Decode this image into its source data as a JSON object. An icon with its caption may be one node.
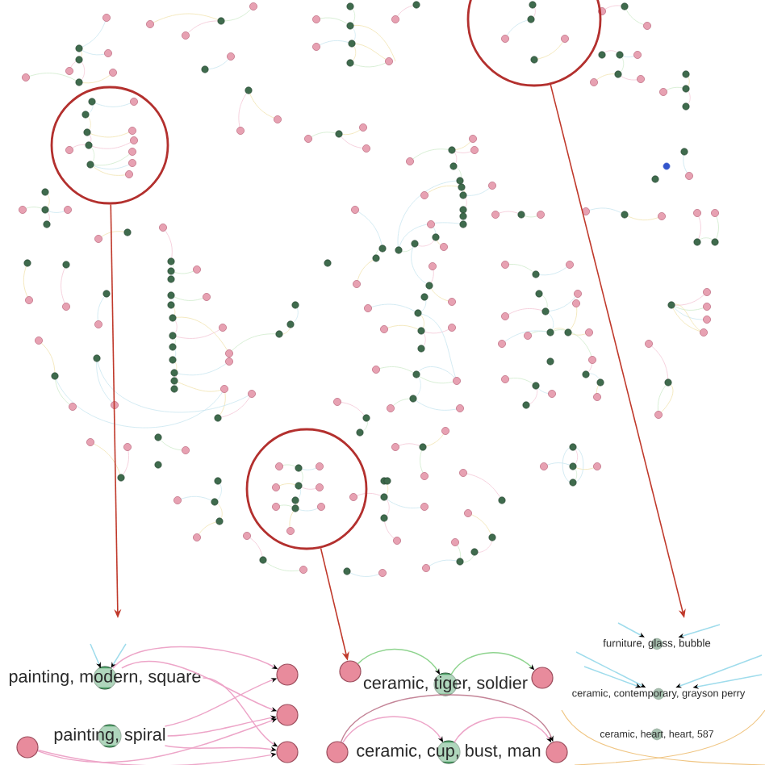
{
  "diagram": {
    "nodes": [
      {
        "text": [],
        "shape": "circle"
      },
      {
        "text": [],
        "shape": "circle"
      },
      {
        "text": [],
        "shape": "circle"
      },
      {
        "text": [
          "painting, modern, square"
        ]
      },
      {
        "text": [
          "painting, spiral"
        ]
      },
      {
        "text": [],
        "shape": "circle"
      },
      {
        "text": [],
        "shape": "circle"
      },
      {
        "text": [],
        "shape": "circle"
      },
      {
        "text": [],
        "shape": "circle"
      },
      {
        "text": [],
        "shape": "circle"
      },
      {
        "text": [
          "ceramic, tiger, soldier"
        ]
      },
      {
        "text": [],
        "shape": "circle"
      },
      {
        "text": [],
        "shape": "circle"
      },
      {
        "text": [
          "ceramic, cup, bust, man"
        ]
      },
      {
        "text": [],
        "shape": "circle"
      },
      {
        "text": [
          "furniture, glass, bubble"
        ]
      },
      {
        "text": [
          "ceramic, contemporary, grayson perry"
        ]
      },
      {
        "text": [
          "ceramic, heart, heart, 587"
        ]
      }
    ],
    "edges": [
      {
        "from": 0,
        "to": null,
        "arrow": "to",
        "color": "#c0392b"
      },
      {
        "from": 1,
        "to": null,
        "arrow": "to",
        "color": "#c0392b"
      },
      {
        "from": 2,
        "to": 9,
        "arrow": "to",
        "color": "#c0392b"
      },
      {
        "from": null,
        "to": 3,
        "arrow": "to",
        "color": "#9fdcec"
      },
      {
        "from": null,
        "to": 3,
        "arrow": "to",
        "color": "#9fdcec"
      },
      {
        "from": 3,
        "to": 5,
        "arrow": "to"
      },
      {
        "from": 3,
        "to": 6,
        "arrow": "to"
      },
      {
        "from": 3,
        "to": 7,
        "arrow": "to"
      },
      {
        "from": 4,
        "to": 5,
        "arrow": "to"
      },
      {
        "from": 4,
        "to": 6,
        "arrow": "to"
      },
      {
        "from": 4,
        "to": 7,
        "arrow": "to"
      },
      {
        "from": 8,
        "to": 6,
        "arrow": "to"
      },
      {
        "from": 8,
        "to": 7,
        "arrow": "to"
      },
      {
        "from": 9,
        "to": 10,
        "arrow": "to",
        "color": "#8fd48f"
      },
      {
        "from": 10,
        "to": 11,
        "arrow": "to",
        "color": "#8fd48f"
      },
      {
        "from": 12,
        "to": 14,
        "arrow": "to",
        "color": "#c48598"
      },
      {
        "from": 12,
        "to": 13,
        "arrow": "to"
      },
      {
        "from": 13,
        "to": 14,
        "arrow": "to"
      },
      {
        "from": null,
        "to": 15,
        "arrow": "to",
        "color": "#9fdcec"
      },
      {
        "from": null,
        "to": 15,
        "arrow": "to",
        "color": "#9fdcec"
      },
      {
        "from": null,
        "to": 16,
        "arrow": "to",
        "color": "#9fdcec"
      },
      {
        "from": null,
        "to": 16,
        "arrow": "to",
        "color": "#9fdcec"
      },
      {
        "from": null,
        "to": 16,
        "arrow": "to",
        "color": "#9fdcec"
      },
      {
        "from": null,
        "to": 16,
        "arrow": "to",
        "color": "#9fdcec"
      }
    ]
  }
}
